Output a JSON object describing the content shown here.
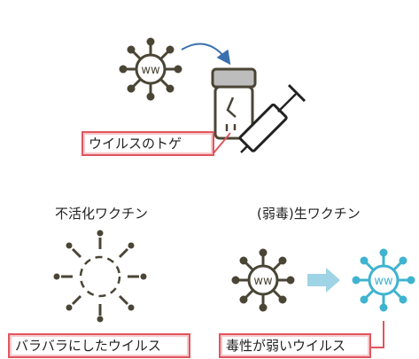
{
  "labels": {
    "spike": "ウイルスのトゲ",
    "inactivated_title": "不活化ワクチン",
    "live_title": "(弱毒)生ワクチン",
    "inactivated_caption": "バラバラにしたウイルス",
    "live_caption": "毒性が弱いウイルス",
    "virus_core_text": "ww"
  },
  "colors": {
    "virus": "#4a4535",
    "attenuated": "#3fb3cf",
    "arrow": "#9fd3e6",
    "curve_arrow": "#3a6fb0",
    "label_border": "#e0565e"
  }
}
